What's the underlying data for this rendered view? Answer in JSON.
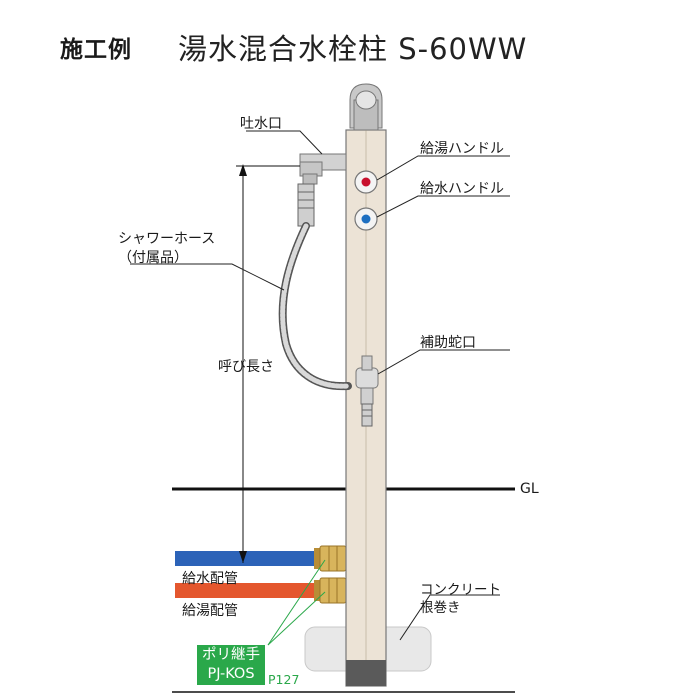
{
  "title": {
    "label": "施工例",
    "product": "湯水混合水栓柱 S-60WW"
  },
  "labels": {
    "spout": "吐水口",
    "hot_handle": "給湯ハンドル",
    "cold_handle": "給水ハンドル",
    "shower_hose_line1": "シャワーホース",
    "shower_hose_line2": "（付属品）",
    "nominal_length": "呼び長さ",
    "aux_faucet": "補助蛇口",
    "ground_line": "GL",
    "water_pipe": "給水配管",
    "hot_pipe": "給湯配管",
    "concrete_line1": "コンクリート",
    "concrete_line2": "根巻き"
  },
  "fitting": {
    "line1": "ポリ継手",
    "line2": "PJ-KOS",
    "page_ref": "P127"
  },
  "colors": {
    "pipe_water": "#2c63b8",
    "pipe_hot": "#e4572e",
    "handle_hot": "#c8102e",
    "handle_cold": "#1d6fc1",
    "post": "#ece3d6",
    "fitting_green": "#2aa84a",
    "brass": "#c9a24a"
  }
}
